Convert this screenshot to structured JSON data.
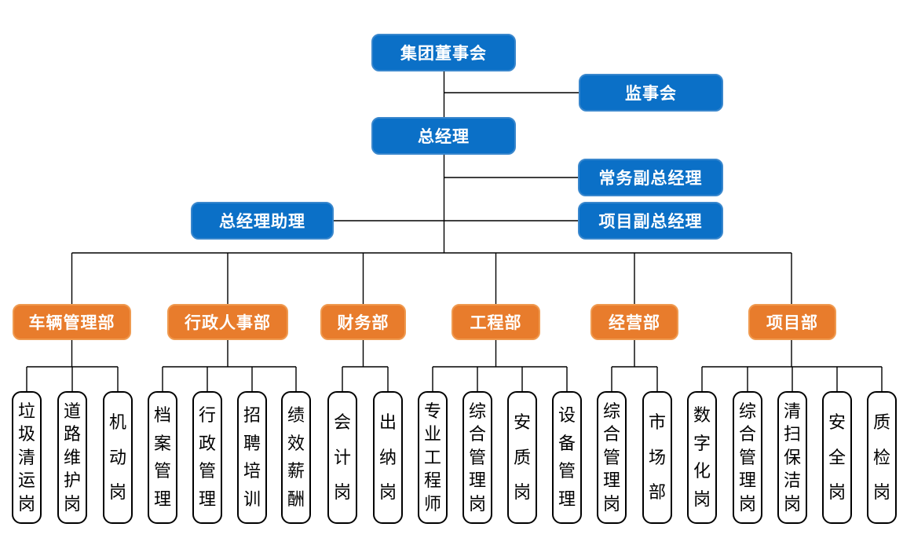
{
  "colors": {
    "node_blue": "#0b70c7",
    "node_blue_border": "#3987cd",
    "node_orange": "#e87c2c",
    "node_orange_border": "#ef9a50",
    "node_text": "#ffffff",
    "position_text": "#000000",
    "position_border": "#000000",
    "position_bg": "#ffffff",
    "connector": "#000000",
    "background": "#ffffff"
  },
  "org_chart": {
    "top_nodes": {
      "board": "集团董事会",
      "supervisory_board": "监事会",
      "general_manager": "总经理",
      "executive_deputy_gm": "常务副总经理",
      "gm_assistant": "总经理助理",
      "project_deputy_gm": "项目副总经理"
    },
    "departments": [
      {
        "label": "车辆管理部",
        "positions": [
          "垃圾清运岗",
          "道路维护岗",
          "机动岗"
        ]
      },
      {
        "label": "行政人事部",
        "positions": [
          "档案管理",
          "行政管理",
          "招聘培训",
          "绩效薪酬"
        ]
      },
      {
        "label": "财务部",
        "positions": [
          "会计岗",
          "出纳岗"
        ]
      },
      {
        "label": "工程部",
        "positions": [
          "专业工程师",
          "综合管理岗",
          "安质岗",
          "设备管理"
        ]
      },
      {
        "label": "经营部",
        "positions": [
          "综合管理岗",
          "市场部"
        ]
      },
      {
        "label": "项目部",
        "positions": [
          "数字化岗",
          "综合管理岗",
          "清扫保洁岗",
          "安全岗",
          "质检岗"
        ]
      }
    ]
  }
}
